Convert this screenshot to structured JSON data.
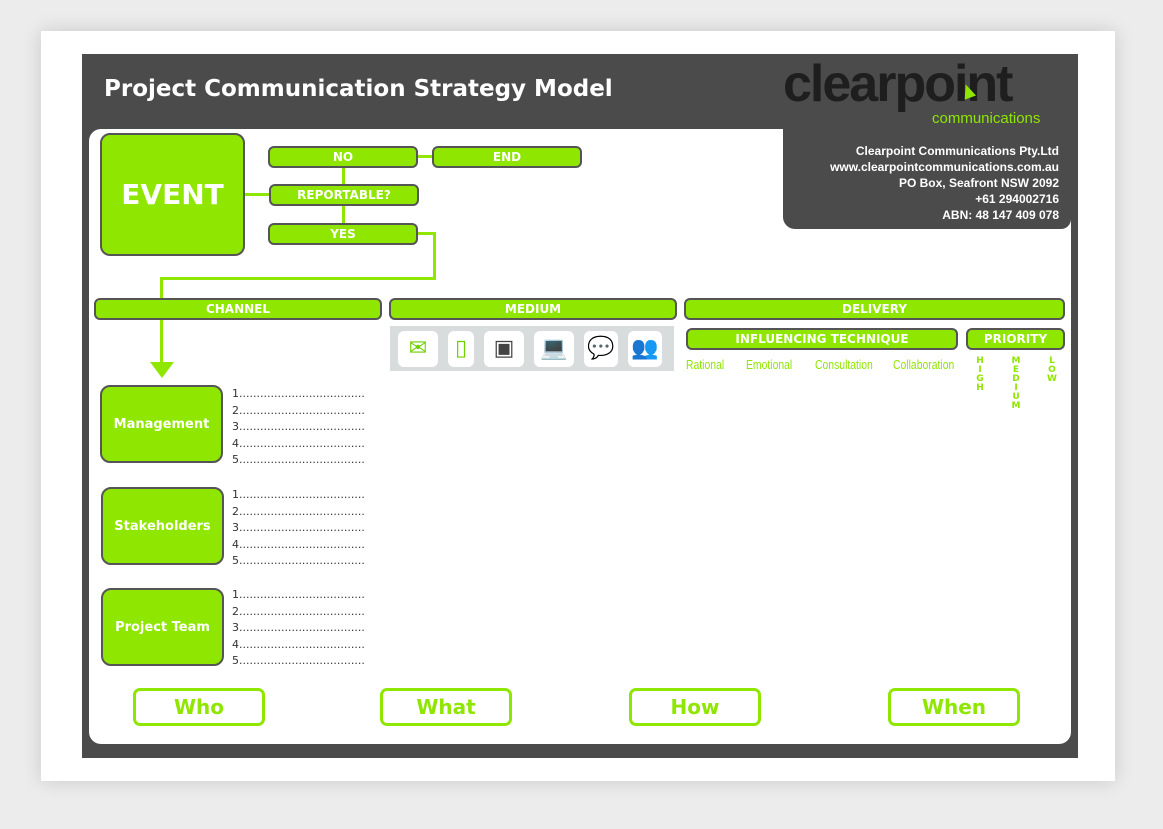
{
  "title": "Project Communication Strategy Model",
  "logo": {
    "name": "clearpoint",
    "sub": "communications"
  },
  "contact": [
    "Clearpoint Communications Pty.Ltd",
    "www.clearpointcommunications.com.au",
    "PO Box, Seafront NSW 2092",
    "+61 294002716",
    "ABN: 48 147 409 078"
  ],
  "flow": {
    "event": "EVENT",
    "no": "NO",
    "end": "END",
    "reportable": "REPORTABLE?",
    "yes": "YES"
  },
  "headers": {
    "channel": "CHANNEL",
    "medium": "MEDIUM",
    "delivery": "DELIVERY",
    "influencing": "INFLUENCING TECHNIQUE",
    "priority": "PRIORITY"
  },
  "medium_icons": [
    "email-icon",
    "mobile-phone-icon",
    "id-card-icon",
    "laptop-icon",
    "presentation-speaker-icon",
    "meeting-people-icon"
  ],
  "techniques": [
    "Rational",
    "Emotional",
    "Consultation",
    "Collaboration"
  ],
  "priorities": [
    "HIGH",
    "MEDIUM",
    "LOW"
  ],
  "channels": [
    {
      "label": "Management",
      "lines": [
        "1....................................",
        "2....................................",
        "3....................................",
        "4....................................",
        "5...................................."
      ]
    },
    {
      "label": "Stakeholders",
      "lines": [
        "1....................................",
        "2....................................",
        "3....................................",
        "4....................................",
        "5...................................."
      ]
    },
    {
      "label": "Project Team",
      "lines": [
        "1....................................",
        "2....................................",
        "3....................................",
        "4....................................",
        "5...................................."
      ]
    }
  ],
  "footer": [
    "Who",
    "What",
    "How",
    "When"
  ],
  "colors": {
    "accent": "#8fe600",
    "frame": "#4b4b4b"
  }
}
